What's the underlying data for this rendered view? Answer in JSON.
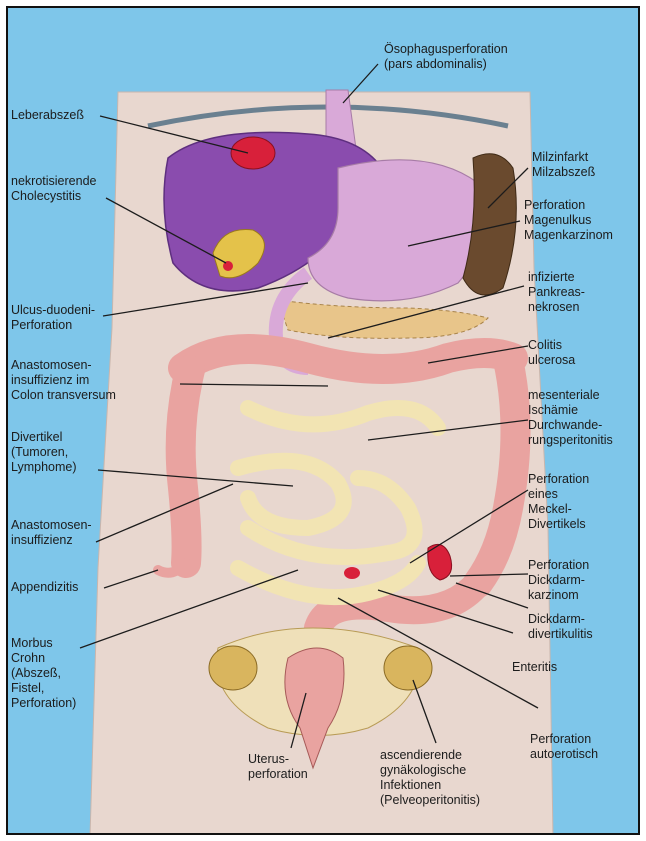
{
  "labels": {
    "oesophagus": "Ösophagusperforation\n(pars abdominalis)",
    "leberabszess": "Leberabszeß",
    "cholecystitis": "nekrotisierende\nCholecystitis",
    "ulcus": "Ulcus-duodeni-\nPerforation",
    "anastomosen_colon": "Anastomosen-\ninsuffizienz im\nColon transversum",
    "divertikel": "Divertikel\n(Tumoren,\nLymphome)",
    "anastomosen": "Anastomosen-\ninsuffizienz",
    "appendizitis": "Appendizitis",
    "crohn": "Morbus\nCrohn\n(Abszeß,\nFistel,\nPerforation)",
    "milz": "Milzinfarkt\nMilzabszeß",
    "magen": "Perforation\nMagenulkus\nMagenkarzinom",
    "pankreas": "infizierte\nPankreas-\nnekrosen",
    "colitis": "Colitis\nulcerosa",
    "mesenterial": "mesenteriale\nIschämie\nDurchwande-\nrungsperitonitis",
    "meckel": "Perforation\neines\nMeckel-\nDivertikels",
    "dickdarmkarzinom": "Perforation\nDickdarm-\nkarzinom",
    "divertikulitis": "Dickdarm-\ndivertikulitis",
    "enteritis": "Enteritis",
    "autoerotisch": "Perforation\nautoerotisch",
    "uterus": "Uterus-\nperforation",
    "gyn": "ascendierende\ngynäkologische\nInfektionen\n(Pelveoperitonitis)"
  },
  "colors": {
    "background": "#7ec6ea",
    "torso": "#e8d7cf",
    "liver": "#8a4cae",
    "stomach": "#d9a9d8",
    "spleen": "#6a4a2e",
    "colon": "#e9a3a0",
    "small_intestine": "#f2e4b3",
    "lesion": "#d8203a"
  }
}
